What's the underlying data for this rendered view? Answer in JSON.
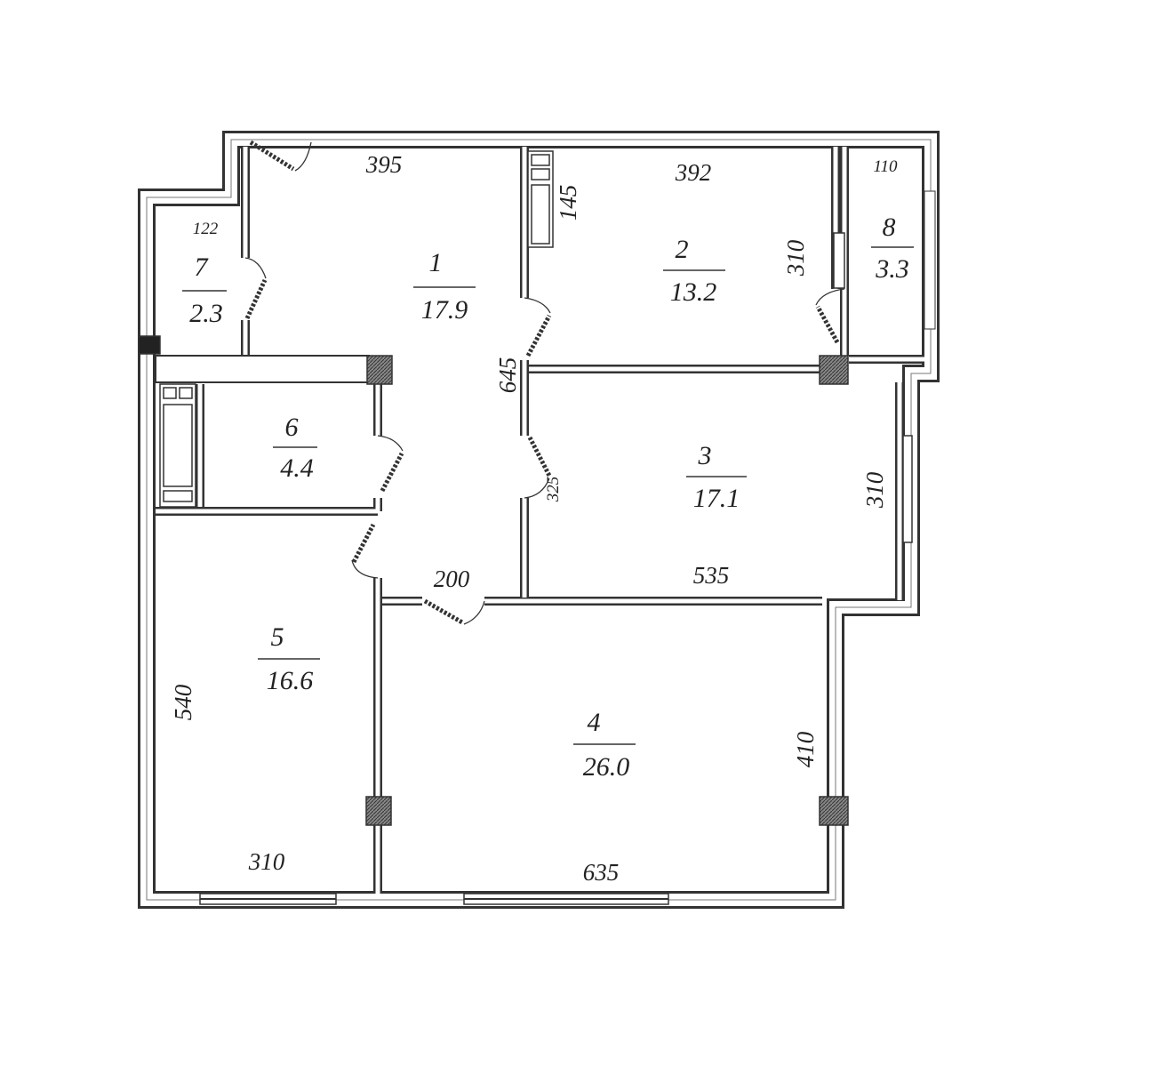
{
  "rooms": [
    {
      "number": "1",
      "area": "17.9"
    },
    {
      "number": "2",
      "area": "13.2"
    },
    {
      "number": "3",
      "area": "17.1"
    },
    {
      "number": "4",
      "area": "26.0"
    },
    {
      "number": "5",
      "area": "16.6"
    },
    {
      "number": "6",
      "area": "4.4"
    },
    {
      "number": "7",
      "area": "2.3"
    },
    {
      "number": "8",
      "area": "3.3"
    }
  ],
  "dimensions": {
    "room1_width": "395",
    "room1_height": "645",
    "room2_width": "392",
    "room2_closet": "145",
    "room2_height": "310",
    "room3_width": "535",
    "room3_height": "310",
    "room3_door": "325",
    "room4_width": "635",
    "room4_height": "410",
    "room5_width": "310",
    "room5_height": "540",
    "corridor_width": "200",
    "room7_width": "122",
    "room8_width": "110"
  }
}
